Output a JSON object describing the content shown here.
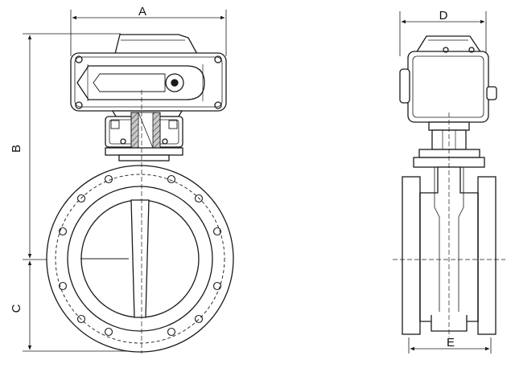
{
  "drawing": {
    "dimensions": {
      "a": "A",
      "b": "B",
      "c": "C",
      "d": "D",
      "e": "E"
    },
    "colors": {
      "line": "#1a1a1a",
      "hatch_fill": "#bdbdbd",
      "background": "#ffffff"
    }
  }
}
